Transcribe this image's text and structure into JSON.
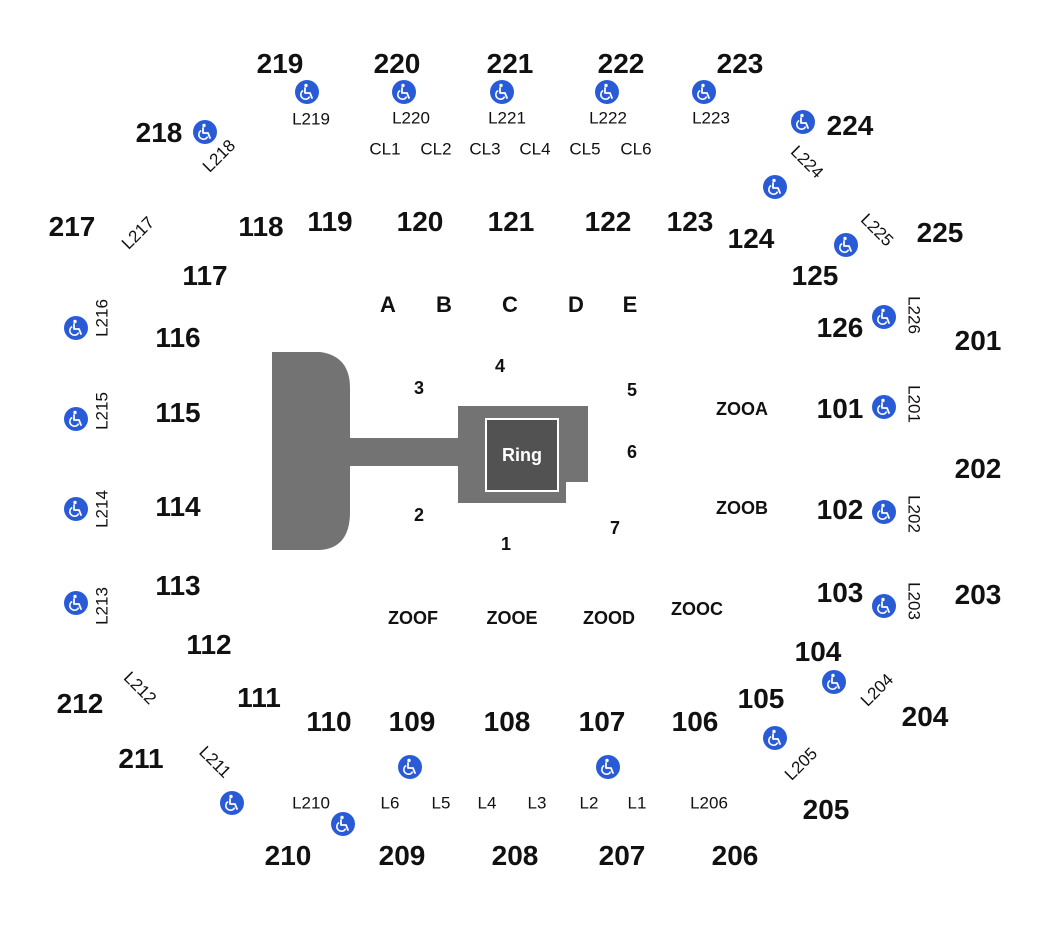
{
  "stage": {
    "ring_label": "Ring"
  },
  "colors": {
    "stage_gray": "#737373",
    "ring_dark": "#525252",
    "accessible_blue": "#2a5bd7",
    "text": "#111111"
  },
  "icons": {
    "accessible": "wheelchair-icon"
  },
  "floor": {
    "rows": [
      "A",
      "B",
      "C",
      "D",
      "E"
    ],
    "ringside": [
      "1",
      "2",
      "3",
      "4",
      "5",
      "6",
      "7"
    ],
    "zones": [
      "ZOOA",
      "ZOOB",
      "ZOOC",
      "ZOOD",
      "ZOOE",
      "ZOOF"
    ]
  },
  "sections_100": [
    "101",
    "102",
    "103",
    "104",
    "105",
    "106",
    "107",
    "108",
    "109",
    "110",
    "111",
    "112",
    "113",
    "114",
    "115",
    "116",
    "117",
    "118",
    "119",
    "120",
    "121",
    "122",
    "123",
    "124",
    "125",
    "126"
  ],
  "sections_200": [
    "201",
    "202",
    "203",
    "204",
    "205",
    "206",
    "207",
    "208",
    "209",
    "210",
    "211",
    "212",
    "217",
    "218",
    "219",
    "220",
    "221",
    "222",
    "223",
    "224",
    "225"
  ],
  "loges": [
    "L201",
    "L202",
    "L203",
    "L204",
    "L205",
    "L206",
    "L210",
    "L211",
    "L212",
    "L213",
    "L214",
    "L215",
    "L216",
    "L217",
    "L218",
    "L219",
    "L220",
    "L221",
    "L222",
    "L223",
    "L224",
    "L225",
    "L226",
    "L1",
    "L2",
    "L3",
    "L4",
    "L5",
    "L6"
  ],
  "club": [
    "CL1",
    "CL2",
    "CL3",
    "CL4",
    "CL5",
    "CL6"
  ]
}
